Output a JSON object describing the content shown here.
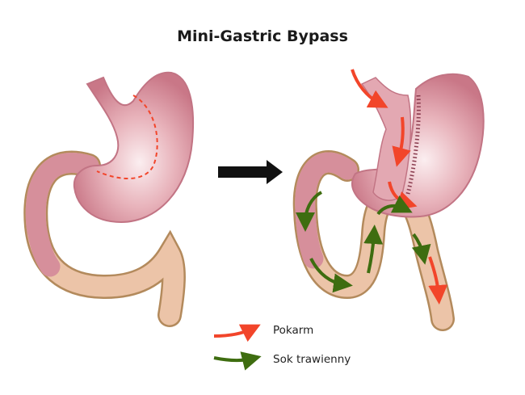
{
  "title": "Mini-Gastric Bypass",
  "legend": [
    {
      "label": "Pokarm",
      "color": "#f2452a"
    },
    {
      "label": "Sok trawienny",
      "color": "#3e6d10"
    }
  ],
  "colors": {
    "stomach": "#d98f9c",
    "stomach_light": "#f6dfe2",
    "intestine": "#ecc4a8",
    "intestine_edge": "#b38a5c",
    "transition_arrow": "#111111"
  }
}
